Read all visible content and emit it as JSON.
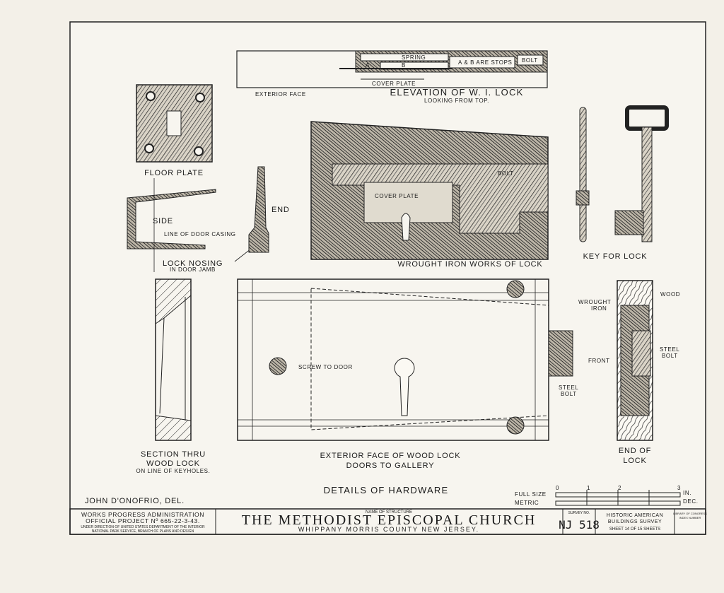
{
  "top": {
    "exterior_face": "EXTERIOR FACE",
    "elevation_title": "ELEVATION OF W. I. LOCK",
    "elevation_sub": "LOOKING FROM TOP.",
    "spring": "SPRING",
    "a": "A",
    "b": "B",
    "stops": "A & B ARE STOPS",
    "bolt": "BOLT",
    "cover_plate": "COVER PLATE"
  },
  "left": {
    "floor_plate": "FLOOR PLATE",
    "side": "SIDE",
    "line_casing": "LINE OF DOOR CASING",
    "lock_nosing": "LOCK NOSING",
    "in_door_jamb": "IN DOOR JAMB",
    "end": "END"
  },
  "wrought": {
    "bolt": "BOLT",
    "cover_plate": "COVER PLATE",
    "caption": "WROUGHT IRON WORKS OF LOCK"
  },
  "key": {
    "caption": "KEY FOR LOCK"
  },
  "section": {
    "line1": "SECTION THRU",
    "line2": "WOOD LOCK",
    "line3": "ON LINE OF KEYHOLES."
  },
  "exterior": {
    "screw": "SCREW TO DOOR",
    "steel_bolt_1": "STEEL",
    "steel_bolt_2": "BOLT",
    "line1": "EXTERIOR FACE OF WOOD LOCK",
    "line2": "DOORS TO GALLERY"
  },
  "endview": {
    "wrought_1": "WROUGHT",
    "wrought_2": "IRON",
    "wood": "WOOD",
    "front": "FRONT",
    "steel_1": "STEEL",
    "steel_2": "BOLT",
    "line1": "END OF",
    "line2": "LOCK"
  },
  "details_title": "DETAILS OF HARDWARE",
  "delineator": "JOHN D'ONOFRIO, DEL.",
  "scale": {
    "full_size": "FULL SIZE",
    "metric": "METRIC",
    "in": "IN.",
    "dec": "DEC.",
    "ticks": [
      "0",
      "1",
      "2",
      "3"
    ]
  },
  "titleblock": {
    "wpa": "WORKS PROGRESS ADMINISTRATION",
    "project": "OFFICIAL PROJECT Nº 665-22-3-43.",
    "under1": "UNDER DIRECTION OF UNITED STATES DEPARTMENT OF THE INTERIOR",
    "under2": "NATIONAL PARK SERVICE, BRANCH OF PLANS AND DESIGN",
    "name_label": "NAME OF STRUCTURE",
    "name": "THE METHODIST EPISCOPAL CHURCH",
    "location": "WHIPPANY   MORRIS   COUNTY   NEW JERSEY.",
    "survey_label": "SURVEY NO.",
    "survey_no": "NJ 518",
    "habs1": "HISTORIC AMERICAN",
    "habs2": "BUILDINGS SURVEY",
    "sheet": "SHEET 14 OF 15 SHEETS",
    "lib1": "LIBRARY OF CONGRESS",
    "lib2": "INDEX NUMBER"
  }
}
